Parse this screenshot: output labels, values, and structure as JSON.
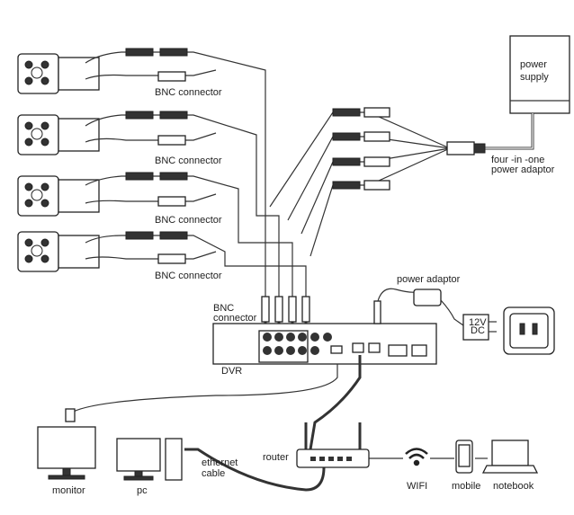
{
  "labels": {
    "power_supply_1": "power",
    "power_supply_2": "supply",
    "bnc_1": "BNC connector",
    "bnc_2": "BNC connector",
    "bnc_3": "BNC connector",
    "bnc_4": "BNC connector",
    "adaptor_1": "four -in -one",
    "adaptor_2": "power adaptor",
    "power_adaptor": "power adaptor",
    "dc_1": "12V",
    "dc_2": "DC",
    "dvr_bnc_1": "BNC",
    "dvr_bnc_2": "connector",
    "dvr": "DVR",
    "router": "router",
    "ethernet_1": "ethernet",
    "ethernet_2": "cable",
    "wifi": "WIFI",
    "monitor": "monitor",
    "pc": "pc",
    "mobile": "mobile",
    "notebook": "notebook"
  }
}
